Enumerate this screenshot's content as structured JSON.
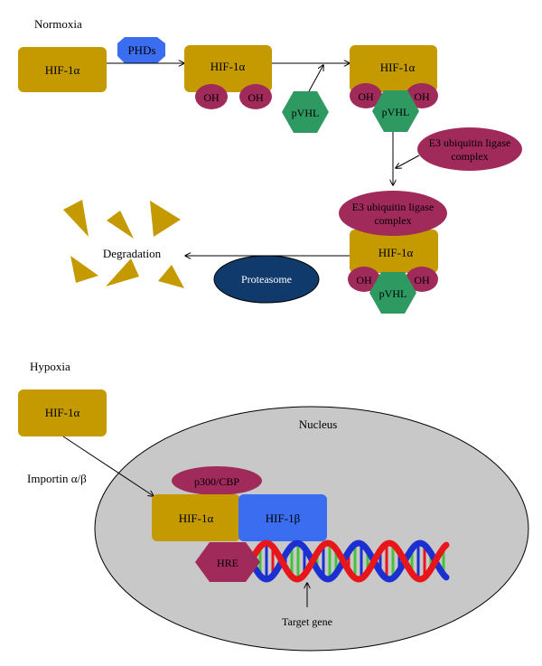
{
  "normoxia": {
    "title": "Normoxia",
    "hif": "HIF-1α",
    "phds": "PHDs",
    "oh": "OH",
    "pvhl": "pVHL",
    "e3_line1": "E3 ubiquitin ligase",
    "e3_line2": "complex",
    "degradation": "Degradation",
    "proteasome": "Proteasome"
  },
  "hypoxia": {
    "title": "Hypoxia",
    "hif": "HIF-1α",
    "importin": "Importin α/β",
    "nucleus": "Nucleus",
    "p300": "p300/CBP",
    "hif1b": "HIF-1β",
    "hre": "HRE",
    "target_gene": "Target gene"
  },
  "colors": {
    "hif": "#c49a00",
    "phds": "#3a6df0",
    "oh": "#a02a5a",
    "pvhl": "#2e9a62",
    "e3": "#a02a5a",
    "proteasome": "#0f3a6b",
    "nucleus": "#c8c8c8",
    "hif1b": "#3a6df0",
    "dna_red": "#e8151b",
    "dna_blue": "#1c2fd0",
    "dna_green": "#43c23c"
  }
}
